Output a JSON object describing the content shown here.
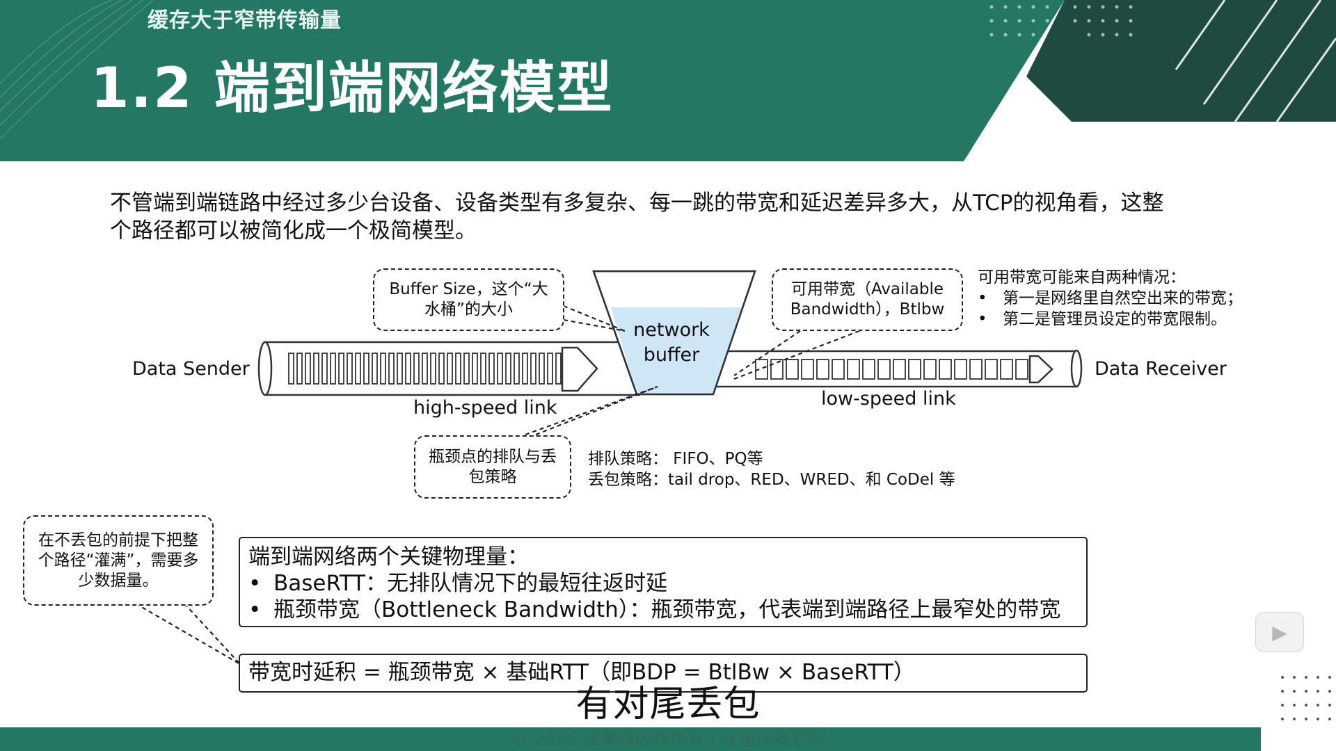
{
  "header": {
    "subtitle": "缓存大于窄带传输量",
    "title": "1.2 端到端网络模型",
    "bg_color": "#237863",
    "dark_color": "#1f4a40"
  },
  "intro": {
    "line1": "不管端到端链路中经过多少台设备、设备类型有多复杂、每一跳的带宽和延迟差异多大，从TCP的视角看，这整",
    "line2": "个路径都可以被简化成一个极简模型。"
  },
  "diagram": {
    "sender_label": "Data Sender",
    "receiver_label": "Data Receiver",
    "buffer_line1": "network",
    "buffer_line2": "buffer",
    "high_speed_label": "high-speed link",
    "low_speed_label": "low-speed link",
    "buffer_size_note": "Buffer Size，这个“大水桶”的大小",
    "available_bw_note": "可用带宽（Available Bandwidth），Btlbw",
    "bottleneck_note": "瓶颈点的排队与丢包策略",
    "bw_sources_title": "可用带宽可能来自两种情况：",
    "bw_sources": [
      "第一是网络里自然空出来的带宽；",
      "第二是管理员设定的带宽限制。"
    ],
    "queue_policy": "排队策略：  FIFO、PQ等",
    "drop_policy": "丢包策略：tail drop、RED、WRED、和 CoDel 等",
    "fill_note": "在不丢包的前提下把整个路径“灌满”，需要多少数据量。",
    "buffer_fill_color": "#cfe6f7"
  },
  "key_quantities": {
    "title": "端到端网络两个关键物理量：",
    "items": [
      "BaseRTT：无排队情况下的最短往返时延",
      "瓶颈带宽（Bottleneck Bandwidth）：瓶颈带宽，代表端到端路径上最窄处的带宽"
    ]
  },
  "formula": "带宽时延积 = 瓶颈带宽 × 基础RTT（即BDP = BtlBw × BaseRTT）",
  "caption": "有对尾丢包",
  "footer": "© 2025 谭泰锋版权所有 | 保留所有权利",
  "icons": {
    "play": "play-icon"
  }
}
